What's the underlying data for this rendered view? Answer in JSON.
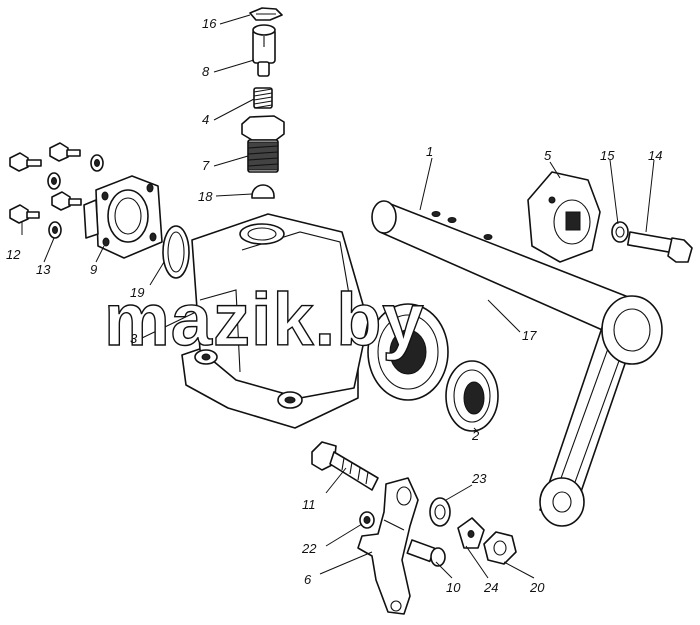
{
  "watermark": "mazik.by",
  "labels": {
    "l1": "1",
    "l2": "2",
    "l3": "3",
    "l4": "4",
    "l5": "5",
    "l6": "6",
    "l7": "7",
    "l8": "8",
    "l9": "9",
    "l10": "10",
    "l11": "11",
    "l12": "12",
    "l13": "13",
    "l14": "14",
    "l15": "15",
    "l16": "16",
    "l17": "17",
    "l18": "18",
    "l19": "19",
    "l20": "20",
    "l22": "22",
    "l23": "23",
    "l24": "24"
  }
}
